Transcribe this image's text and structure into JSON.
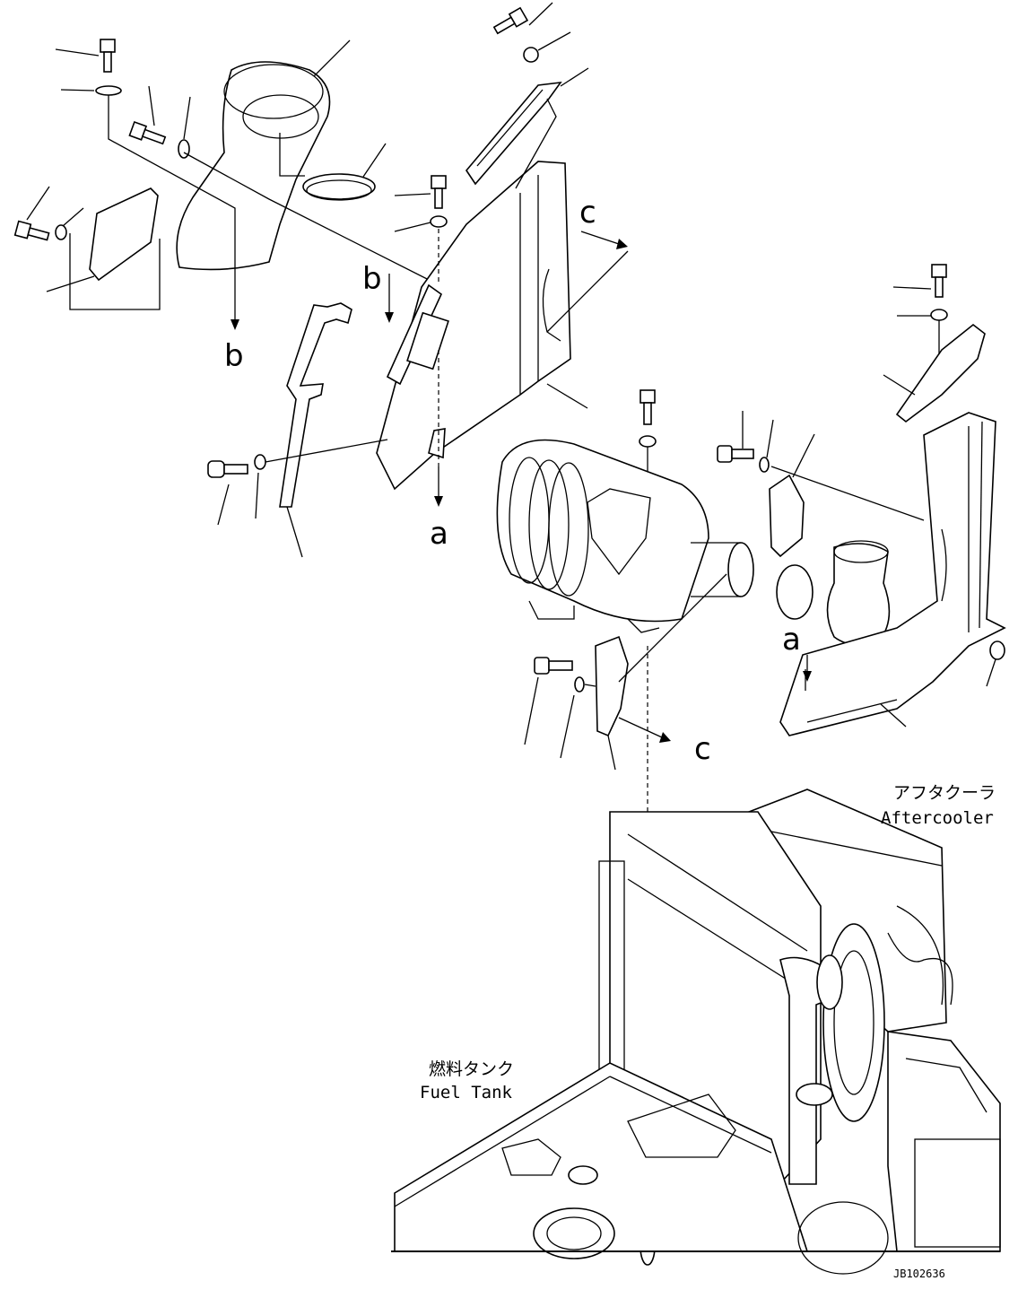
{
  "view_letters": {
    "b_upper": "b",
    "b_lower": "b",
    "c_upper": "c",
    "c_lower": "c",
    "a_left": "a",
    "a_right": "a"
  },
  "labels": {
    "aftercooler_jp": "アフタクーラ",
    "aftercooler_en": "Aftercooler",
    "fuel_tank_jp": "燃料タンク",
    "fuel_tank_en": "Fuel Tank"
  },
  "drawing_code": "JB102636"
}
